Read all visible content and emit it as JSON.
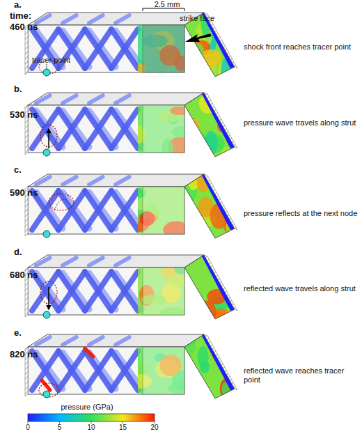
{
  "diagram": {
    "labels": [
      "a.",
      "time:",
      "460 ns",
      "2.5 mm",
      "strike face",
      "tracer point",
      "shock front reaches tracer point",
      "b.",
      "530 ns",
      "pressure wave travels along strut",
      "c.",
      "590 ns",
      "pressure reflects at the next node",
      "d.",
      "680 ns",
      "reflected wave travels along strut",
      "e.",
      "820 ns",
      "reflected wave reaches tracer point",
      "pressure (GPa)",
      "0",
      "5",
      "10",
      "15",
      "20"
    ]
  }
}
